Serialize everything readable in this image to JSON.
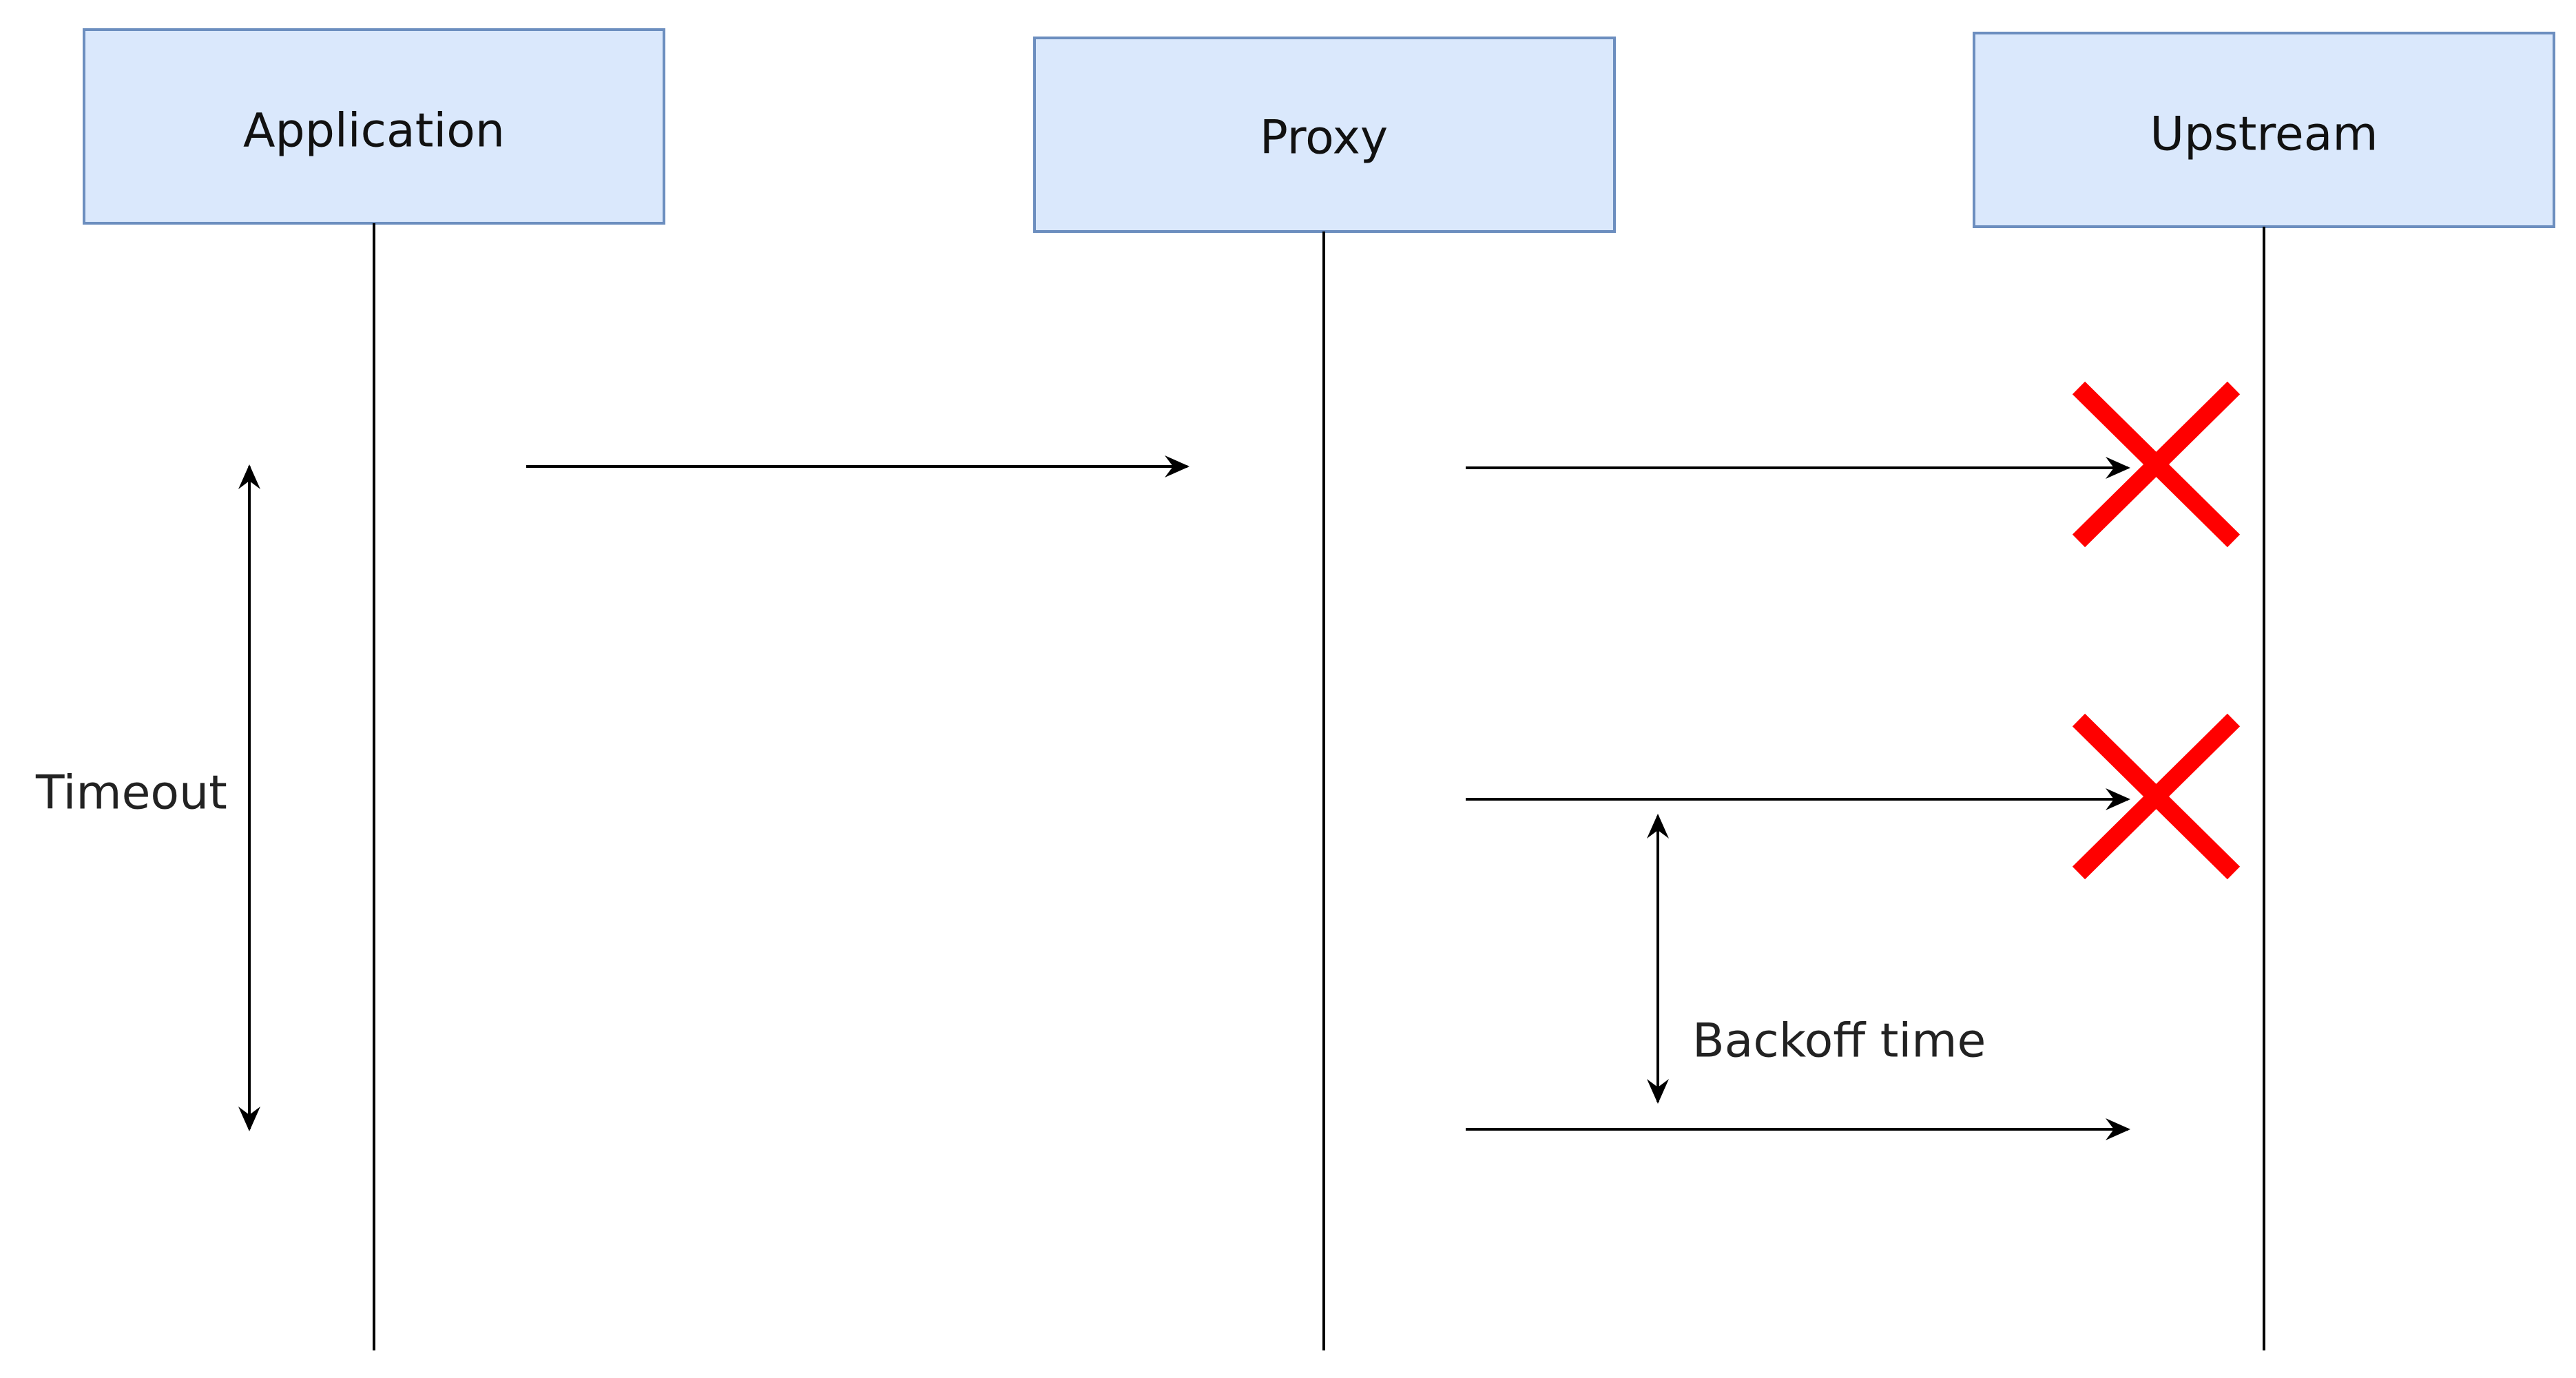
{
  "participants": [
    {
      "id": "application",
      "label": "Application"
    },
    {
      "id": "proxy",
      "label": "Proxy"
    },
    {
      "id": "upstream",
      "label": "Upstream"
    }
  ],
  "messages": [
    {
      "from": "application",
      "to": "proxy",
      "result": "ok"
    },
    {
      "from": "proxy",
      "to": "upstream",
      "result": "failed"
    },
    {
      "from": "proxy",
      "to": "upstream",
      "result": "failed"
    },
    {
      "from": "proxy",
      "to": "upstream",
      "result": "pending"
    }
  ],
  "annotations": {
    "timeout_label": "Timeout",
    "backoff_label": "Backoff time"
  },
  "colors": {
    "participant_fill": "#dae8fc",
    "participant_border": "#6c8ebf",
    "failure_mark": "#ff0000",
    "line": "#000000"
  }
}
